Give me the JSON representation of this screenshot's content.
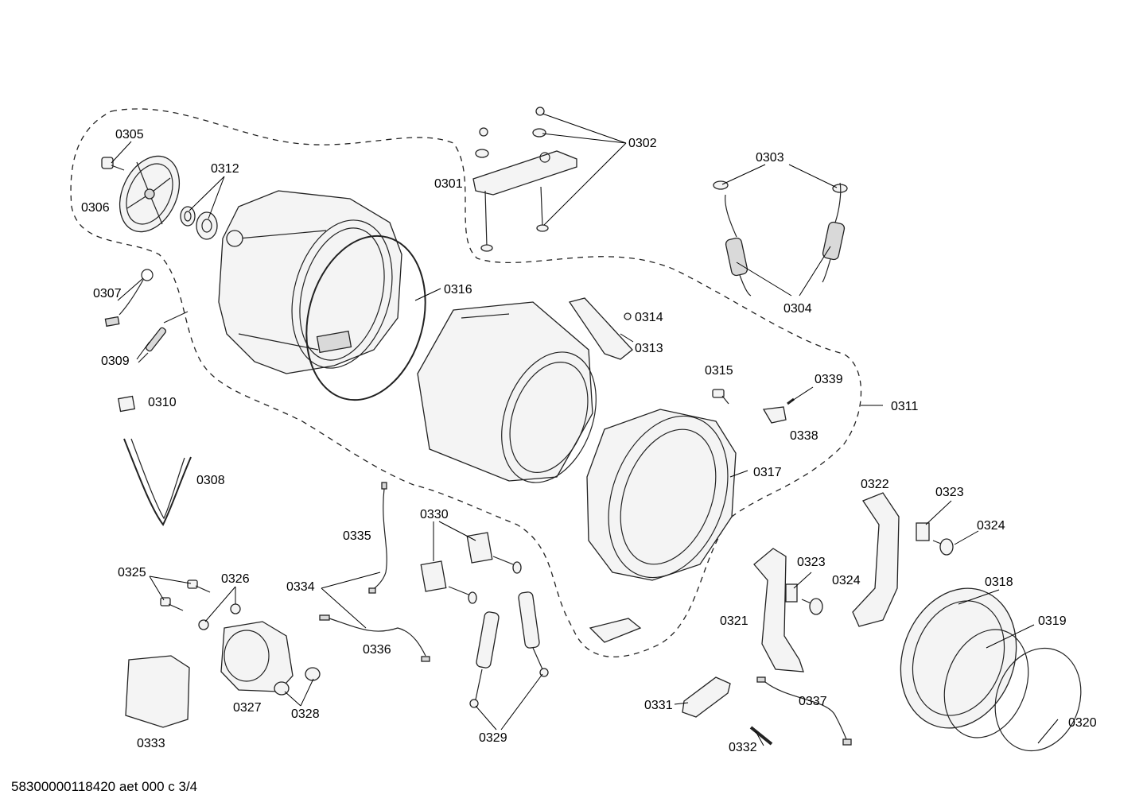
{
  "footer": {
    "text": "58300000118420 aet 000 c 3/4"
  },
  "labels": {
    "l0301": "0301",
    "l0302": "0302",
    "l0303": "0303",
    "l0304": "0304",
    "l0305": "0305",
    "l0306": "0306",
    "l0307": "0307",
    "l0308": "0308",
    "l0309": "0309",
    "l0310": "0310",
    "l0311": "0311",
    "l0312": "0312",
    "l0313": "0313",
    "l0314": "0314",
    "l0315": "0315",
    "l0316": "0316",
    "l0317": "0317",
    "l0318": "0318",
    "l0319": "0319",
    "l0320": "0320",
    "l0321": "0321",
    "l0322": "0322",
    "l0323a": "0323",
    "l0323b": "0323",
    "l0324a": "0324",
    "l0324b": "0324",
    "l0325": "0325",
    "l0326": "0326",
    "l0327": "0327",
    "l0328": "0328",
    "l0329": "0329",
    "l0330": "0330",
    "l0331": "0331",
    "l0332": "0332",
    "l0333": "0333",
    "l0334": "0334",
    "l0335": "0335",
    "l0336": "0336",
    "l0337": "0337",
    "l0338": "0338",
    "l0339": "0339"
  }
}
